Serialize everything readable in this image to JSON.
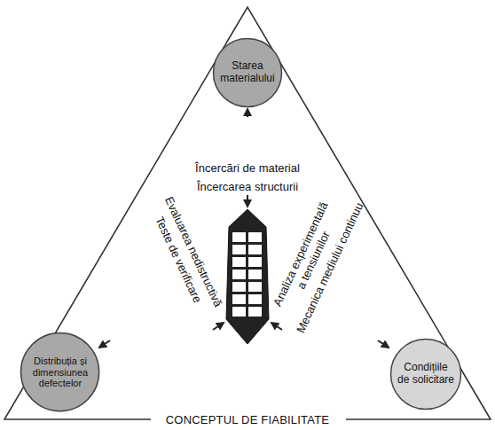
{
  "diagram": {
    "caption": "CONCEPTUL DE FIABILITATE",
    "nodes": [
      {
        "text": [
          "Starea materialului"
        ]
      },
      {
        "text": [
          "Distribuția și dimensiunea defectelor"
        ]
      },
      {
        "text": [
          "Condițiile de solicitare"
        ]
      }
    ],
    "labels": [
      "Încercări de material",
      "Încercarea structurii",
      "Evaluarea nedistructivă",
      "Teste de verificare",
      "Analiza experimentală a tensiunilor",
      "Mecanica mediului continuu"
    ]
  }
}
